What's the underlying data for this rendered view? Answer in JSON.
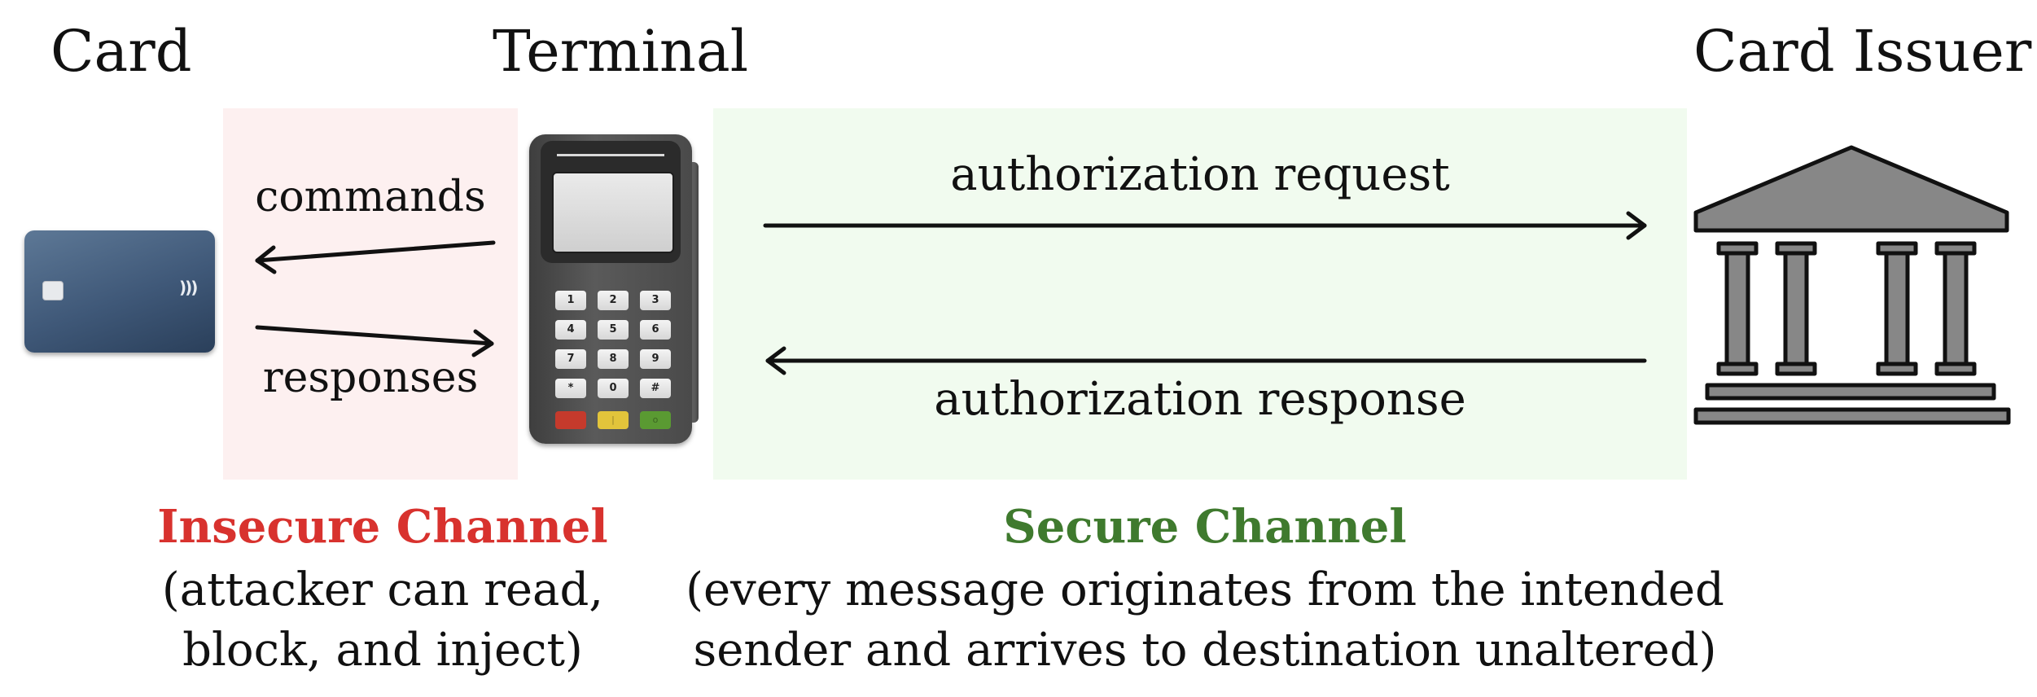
{
  "entities": {
    "card": "Card",
    "terminal": "Terminal",
    "issuer": "Card Issuer"
  },
  "insecure": {
    "commands_label": "commands",
    "responses_label": "responses",
    "title": "Insecure Channel",
    "description_line1": "(attacker can read,",
    "description_line2": "block, and inject)",
    "title_color": "#d8322e",
    "zone_color": "#fdf0f0"
  },
  "secure": {
    "request_label": "authorization request",
    "response_label": "authorization response",
    "title": "Secure Channel",
    "description_line1": "(every message originates from the intended",
    "description_line2": "sender and arrives to destination unaltered)",
    "title_color": "#3f7a2e",
    "zone_color": "#f1fbef"
  },
  "keypad": {
    "keys": [
      "1",
      "2",
      "3",
      "4",
      "5",
      "6",
      "7",
      "8",
      "9",
      "*",
      "0",
      "#"
    ],
    "action_colors": [
      "#c53a2c",
      "#e2c43b",
      "#5a9a32"
    ],
    "action_symbols": [
      "",
      "|",
      "o"
    ]
  },
  "icons": [
    "credit-card-icon",
    "card-terminal-icon",
    "bank-building-icon",
    "contactless-icon",
    "chip-icon"
  ]
}
